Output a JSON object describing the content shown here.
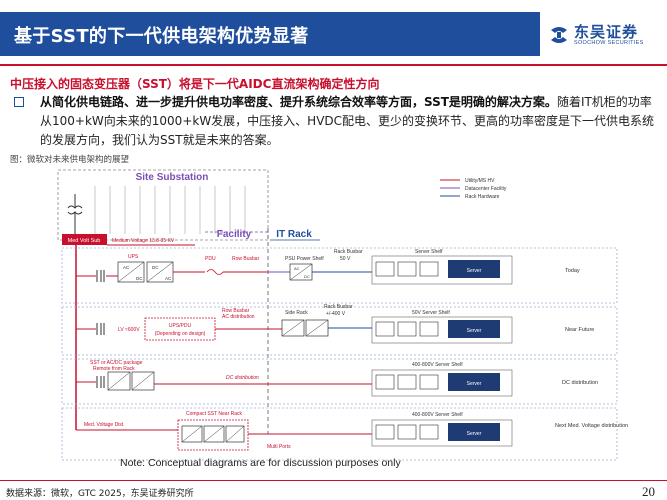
{
  "header": {
    "title": "基于SST的下一代供电架构优势显著",
    "logo_cn": "东吴证券",
    "logo_en": "SOOCHOW SECURITIES"
  },
  "subtitle": "中压接入的固态变压器（SST）将是下一代AIDC直流架构确定性方向",
  "paragraph": {
    "bold": "从简化供电链路、进一步提升供电功率密度、提升系统综合效率等方面，SST是明确的解决方案。",
    "rest": "随着IT机柜的功率从100+kW向未来的1000+kW发展，中压接入、HVDC配电、更少的变换环节、更高的功率密度是下一代供电系统的发展方向，我们认为SST就是未来的答案。"
  },
  "figure_caption": "图：微软对未来供电架构的展望",
  "diagram": {
    "site_substation": "Site Substation",
    "facility": "Facility",
    "it_rack": "IT Rack",
    "legend": [
      "Utility/MS HV",
      "Datacenter Facility",
      "Rack Hardware"
    ],
    "med_volt_sub": "Med Volt Sub",
    "medium_voltage": "Medium Voltage 13.8-35 KV",
    "med_voltage_dist": "Med. Voltage Dist.",
    "rows": [
      {
        "label": "Today",
        "items": [
          "UPS",
          "PDU",
          "Row Busbar",
          "PSU Power Shelf",
          "Rack Busbar",
          "50 V",
          "Server Shelf",
          "Server"
        ]
      },
      {
        "label": "Near Future",
        "items": [
          "LV ≈600V",
          "UPS/PDU",
          "(Depending on design)",
          "Row Busbar",
          "AC distribution",
          "Side Rack",
          "Rack Busbar",
          "+/-400 V",
          "50V Server Shelf",
          "Server"
        ]
      },
      {
        "label": "DC distribution",
        "items": [
          "SST or  AC/DC package",
          "Remote from Rack",
          "DC distribution",
          "400-800V Server Shelf",
          "Server"
        ]
      },
      {
        "label": "Next Med. Voltage distribution",
        "items": [
          "Compact SST Near Rack",
          "Multi Ports",
          "400-800V Server Shelf",
          "Server"
        ]
      }
    ],
    "converter_ac_dc": [
      "AC",
      "DC"
    ],
    "note": "Note: Conceptual diagrams are for discussion purposes only"
  },
  "footer": {
    "source": "数据来源：微软，GTC 2025，东吴证券研究所",
    "page": "20"
  },
  "colors": {
    "brand_blue": "#1f4e9c",
    "red": "#c8102e",
    "facility_purple": "#7a4fb5",
    "server_navy": "#1f3b73"
  }
}
